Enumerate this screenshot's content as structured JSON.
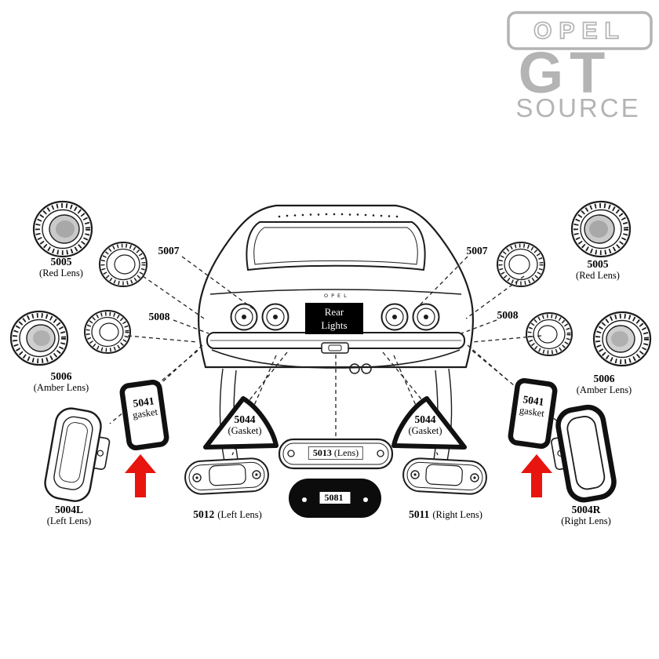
{
  "logo": {
    "opel": "OPEL",
    "gt": "GT",
    "source": "SOURCE"
  },
  "car": {
    "badge": "OPEL",
    "rear_lights_line1": "Rear",
    "rear_lights_line2": "Lights"
  },
  "labels": {
    "p5005L": {
      "num": "5005",
      "desc": "(Red Lens)"
    },
    "p5005R": {
      "num": "5005",
      "desc": "(Red Lens)"
    },
    "p5006L": {
      "num": "5006",
      "desc": "(Amber Lens)"
    },
    "p5006R": {
      "num": "5006",
      "desc": "(Amber Lens)"
    },
    "p5007L": {
      "num": "5007"
    },
    "p5007R": {
      "num": "5007"
    },
    "p5008L": {
      "num": "5008"
    },
    "p5008R": {
      "num": "5008"
    },
    "p5041L": {
      "num": "5041",
      "desc": "gasket"
    },
    "p5041R": {
      "num": "5041",
      "desc": "gasket"
    },
    "p5044L": {
      "num": "5044",
      "desc": "(Gasket)"
    },
    "p5044R": {
      "num": "5044",
      "desc": "(Gasket)"
    },
    "p5013": {
      "num": "5013",
      "desc": "(Lens)"
    },
    "p5081": {
      "num": "5081"
    },
    "p5012": {
      "num": "5012",
      "desc": "(Left Lens)"
    },
    "p5011": {
      "num": "5011",
      "desc": "(Right Lens)"
    },
    "p5004L": {
      "num": "5004L",
      "desc": "(Left Lens)"
    },
    "p5004R": {
      "num": "5004R",
      "desc": "(Right Lens)"
    }
  },
  "colors": {
    "arrow_red": "#e8140e",
    "logo_gray": "#b4b4b4",
    "line_black": "#1c1c1c"
  }
}
